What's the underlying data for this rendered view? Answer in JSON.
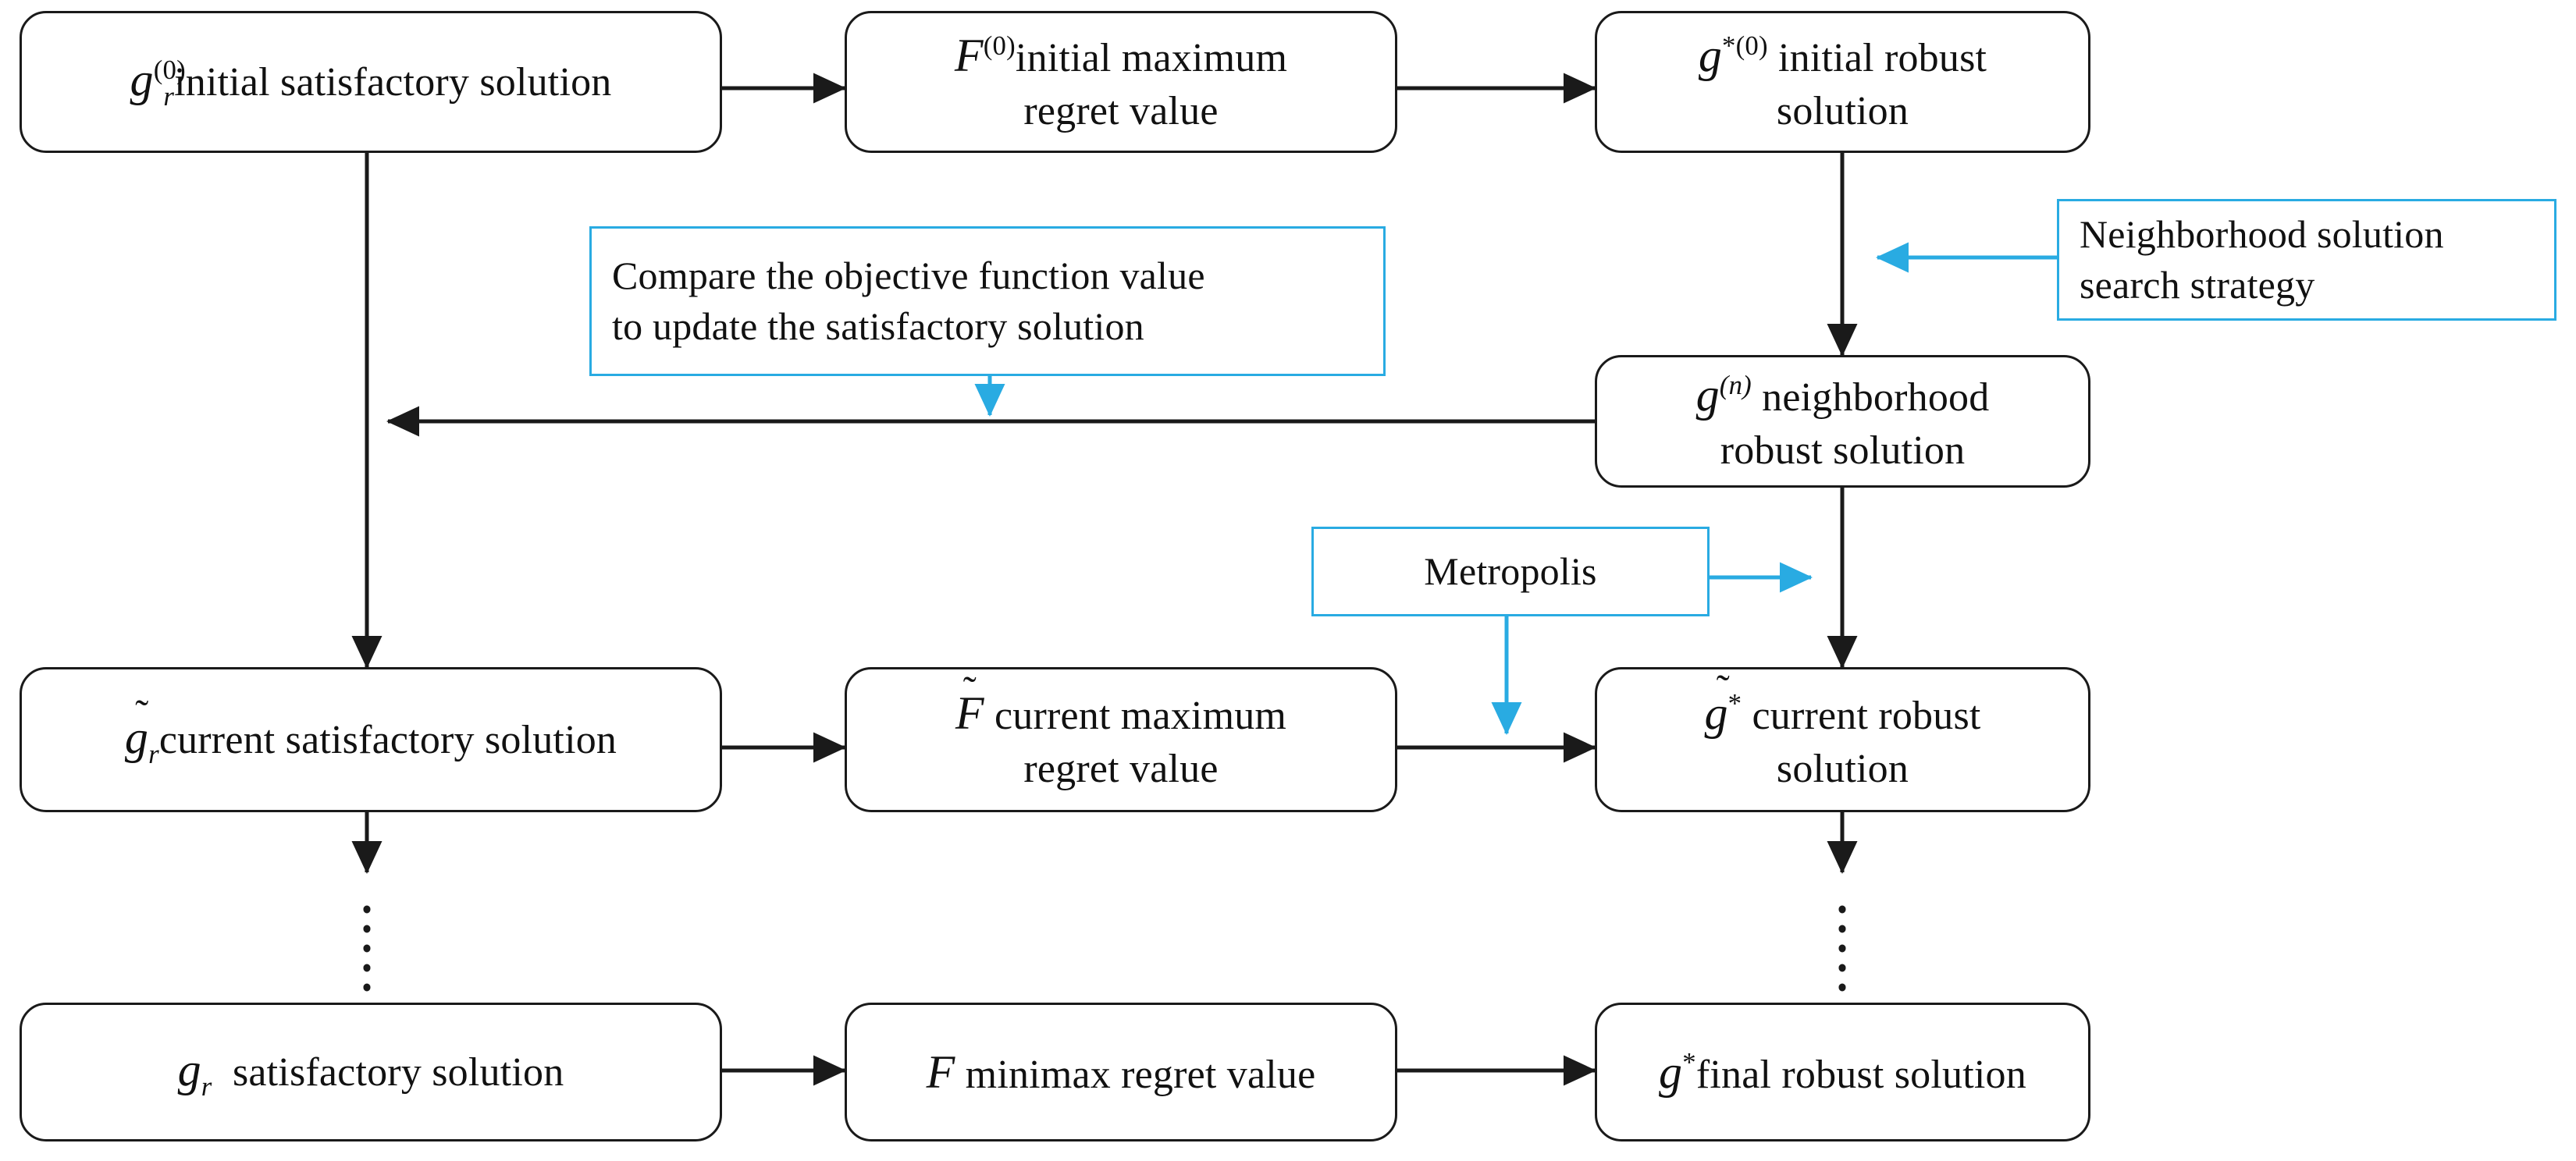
{
  "diagram": {
    "title": "Simulated annealing minimax regret robust solution flowchart",
    "accent_blue": "#29ABE2",
    "line_black": "#1a1a1a",
    "background": "#ffffff"
  },
  "nodes": {
    "initial_satisfactory": {
      "symbol": "g",
      "symbol_sub": "r",
      "symbol_sup": "(0)",
      "label": "initial  satisfactory solution",
      "shape": "rounded-rect",
      "color": "#1a1a1a"
    },
    "initial_max_regret": {
      "symbol": "F",
      "symbol_sup": "(0)",
      "label": "initial maximum\nregret value",
      "shape": "rounded-rect",
      "color": "#1a1a1a"
    },
    "initial_robust": {
      "symbol": "g",
      "symbol_sup": "*(0)",
      "label": "initial  robust\nsolution",
      "shape": "rounded-rect",
      "color": "#1a1a1a"
    },
    "compare_update": {
      "label": "Compare the objective function value\nto update the satisfactory solution",
      "shape": "rect",
      "color": "#29ABE2"
    },
    "neighborhood_strategy": {
      "label": "Neighborhood solution\nsearch strategy",
      "shape": "rect",
      "color": "#29ABE2"
    },
    "neighborhood_robust": {
      "symbol": "g",
      "symbol_sup": "(n)",
      "label": "neighborhood\nrobust solution",
      "shape": "rounded-rect",
      "color": "#1a1a1a"
    },
    "metropolis": {
      "label": "Metropolis",
      "shape": "rect",
      "color": "#29ABE2"
    },
    "current_satisfactory": {
      "symbol": "g",
      "symbol_sub": "r",
      "symbol_accent": "tilde",
      "label": "current satisfactory solution",
      "shape": "rounded-rect",
      "color": "#1a1a1a"
    },
    "current_max_regret": {
      "symbol": "F",
      "symbol_accent": "tilde",
      "label": "current maximum\nregret value",
      "shape": "rounded-rect",
      "color": "#1a1a1a"
    },
    "current_robust": {
      "symbol": "g",
      "symbol_sup": "*",
      "symbol_accent": "tilde",
      "label": "current robust\nsolution",
      "shape": "rounded-rect",
      "color": "#1a1a1a"
    },
    "final_satisfactory": {
      "symbol": "g",
      "symbol_sub": "r",
      "label": "satisfactory solution",
      "shape": "rounded-rect",
      "color": "#1a1a1a"
    },
    "minimax_regret": {
      "symbol": "F",
      "label": "minimax regret value",
      "shape": "rounded-rect",
      "color": "#1a1a1a"
    },
    "final_robust": {
      "symbol": "g",
      "symbol_sup": "*",
      "label": "final robust solution",
      "shape": "rounded-rect",
      "color": "#1a1a1a"
    }
  },
  "edges": [
    {
      "name": "initial-satisfactory-to-initial-max-regret",
      "style": "solid",
      "color": "#1a1a1a",
      "arrow": "end"
    },
    {
      "name": "initial-max-regret-to-initial-robust",
      "style": "solid",
      "color": "#1a1a1a",
      "arrow": "end"
    },
    {
      "name": "neighborhood-strategy-to-initial-robust-branch",
      "style": "solid",
      "color": "#29ABE2",
      "arrow": "end"
    },
    {
      "name": "initial-robust-to-neighborhood-robust",
      "style": "solid",
      "color": "#1a1a1a",
      "arrow": "end"
    },
    {
      "name": "neighborhood-robust-feedback-to-left-column",
      "style": "solid",
      "color": "#1a1a1a",
      "arrow": "end"
    },
    {
      "name": "compare-update-to-feedback-line",
      "style": "solid",
      "color": "#29ABE2",
      "arrow": "end"
    },
    {
      "name": "initial-satisfactory-to-current-satisfactory",
      "style": "solid",
      "color": "#1a1a1a",
      "arrow": "end"
    },
    {
      "name": "neighborhood-robust-to-current-robust",
      "style": "solid",
      "color": "#1a1a1a",
      "arrow": "end"
    },
    {
      "name": "metropolis-to-neighborhood-branch",
      "style": "solid",
      "color": "#29ABE2",
      "arrow": "end"
    },
    {
      "name": "metropolis-to-current-robust-inflow",
      "style": "solid",
      "color": "#29ABE2",
      "arrow": "end"
    },
    {
      "name": "current-satisfactory-to-current-max-regret",
      "style": "solid",
      "color": "#1a1a1a",
      "arrow": "end"
    },
    {
      "name": "current-max-regret-to-current-robust",
      "style": "solid",
      "color": "#1a1a1a",
      "arrow": "end"
    },
    {
      "name": "current-satisfactory-to-final-satisfactory",
      "style": "dotted-with-arrow",
      "color": "#1a1a1a",
      "arrow": "end"
    },
    {
      "name": "current-robust-to-final-robust",
      "style": "dotted-with-arrow",
      "color": "#1a1a1a",
      "arrow": "end"
    },
    {
      "name": "final-satisfactory-to-minimax-regret",
      "style": "solid",
      "color": "#1a1a1a",
      "arrow": "end"
    },
    {
      "name": "minimax-regret-to-final-robust",
      "style": "solid",
      "color": "#1a1a1a",
      "arrow": "end"
    }
  ]
}
